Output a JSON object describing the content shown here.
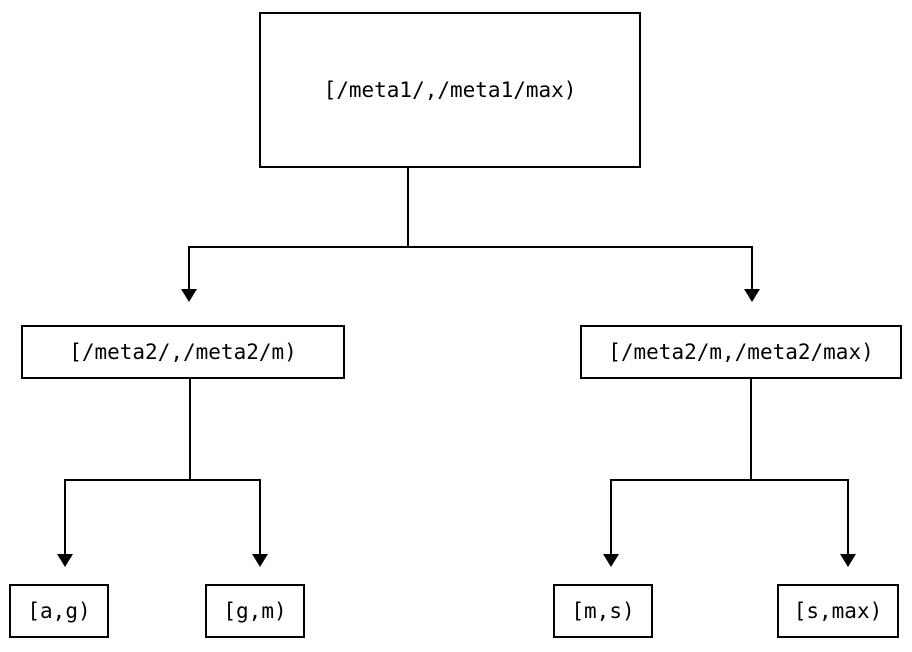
{
  "diagram": {
    "type": "tree",
    "title": "",
    "background_color": "#ffffff",
    "line_color": "#000000",
    "text_color": "#000000",
    "nodes": {
      "root": {
        "label": "[/meta1/,/meta1/max)"
      },
      "mid_left": {
        "label": "[/meta2/,/meta2/m)"
      },
      "mid_right": {
        "label": "[/meta2/m,/meta2/max)"
      },
      "leaf_1": {
        "label": "[a,g)"
      },
      "leaf_2": {
        "label": "[g,m)"
      },
      "leaf_3": {
        "label": "[m,s)"
      },
      "leaf_4": {
        "label": "[s,max)"
      }
    },
    "edges": [
      {
        "from": "root",
        "to": "mid_left",
        "arrow": "down"
      },
      {
        "from": "root",
        "to": "mid_right",
        "arrow": "down"
      },
      {
        "from": "mid_left",
        "to": "leaf_1",
        "arrow": "down"
      },
      {
        "from": "mid_left",
        "to": "leaf_2",
        "arrow": "down"
      },
      {
        "from": "mid_right",
        "to": "leaf_3",
        "arrow": "down"
      },
      {
        "from": "mid_right",
        "to": "leaf_4",
        "arrow": "down"
      }
    ]
  }
}
